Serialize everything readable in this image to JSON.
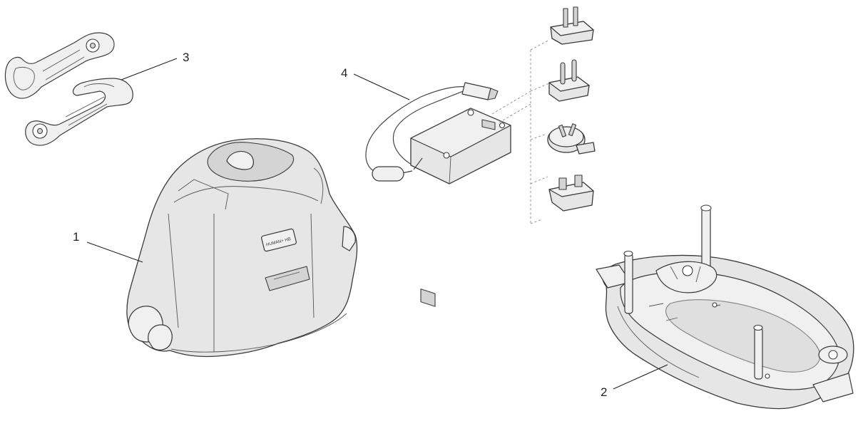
{
  "callouts": [
    {
      "id": "1",
      "label": "1"
    },
    {
      "id": "2",
      "label": "2"
    },
    {
      "id": "3",
      "label": "3"
    },
    {
      "id": "4",
      "label": "4"
    }
  ],
  "product_label": "HUMAN+ HB"
}
